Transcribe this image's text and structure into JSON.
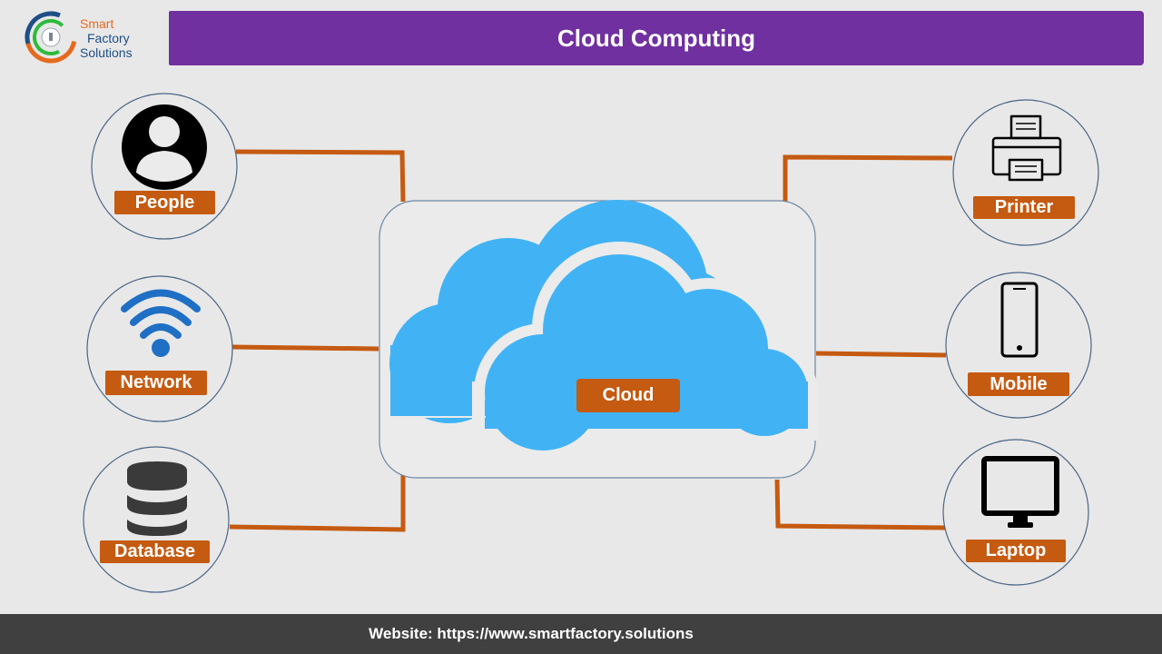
{
  "logo": {
    "line1": "Smart",
    "line2": "Factory",
    "line3": "Solutions"
  },
  "title": "Cloud Computing",
  "center": {
    "label": "Cloud"
  },
  "nodes": {
    "people": "People",
    "network": "Network",
    "database": "Database",
    "printer": "Printer",
    "mobile": "Mobile",
    "laptop": "Laptop"
  },
  "footer": "Website: https://www.smartfactory.solutions",
  "colors": {
    "title_bar": "#7030a0",
    "connector": "#c55a11",
    "label_bg": "#c55a11",
    "cloud": "#41b3f5",
    "footer_bg": "#404040",
    "wifi": "#1f6fc5"
  }
}
